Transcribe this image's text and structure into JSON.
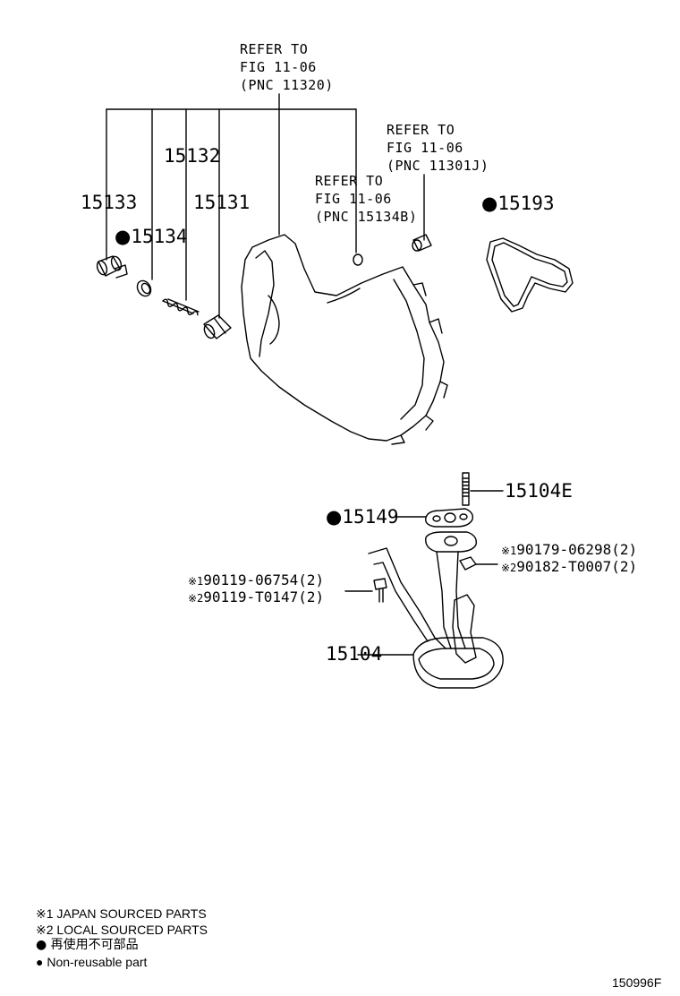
{
  "refs": {
    "ref1": {
      "l1": "REFER TO",
      "l2": "FIG 11-06",
      "l3": "(PNC 11320)"
    },
    "ref2": {
      "l1": "REFER TO",
      "l2": "FIG 11-06",
      "l3": "(PNC 11301J)"
    },
    "ref3": {
      "l1": "REFER TO",
      "l2": "FIG 11-06",
      "l3": "(PNC 15134B)"
    }
  },
  "parts": {
    "p15133": "15133",
    "p15132": "15132",
    "p15131": "15131",
    "p15134": "15134",
    "p15193": "15193",
    "p15104E": "15104E",
    "p15149": "15149",
    "p15104": "15104",
    "bolt1": "90119-06754(2)",
    "bolt2": "90119-T0147(2)",
    "nut1": "90179-06298(2)",
    "nut2": "90182-T0007(2)"
  },
  "marks": {
    "nonreuse": "●",
    "m1": "※1",
    "m2": "※2"
  },
  "legend": {
    "l1": "※1 JAPAN SOURCED PARTS",
    "l2": "※2 LOCAL SOURCED PARTS",
    "l3": "● 再使用不可部品",
    "l4": "● Non-reusable part"
  },
  "figure_id": "150996F"
}
